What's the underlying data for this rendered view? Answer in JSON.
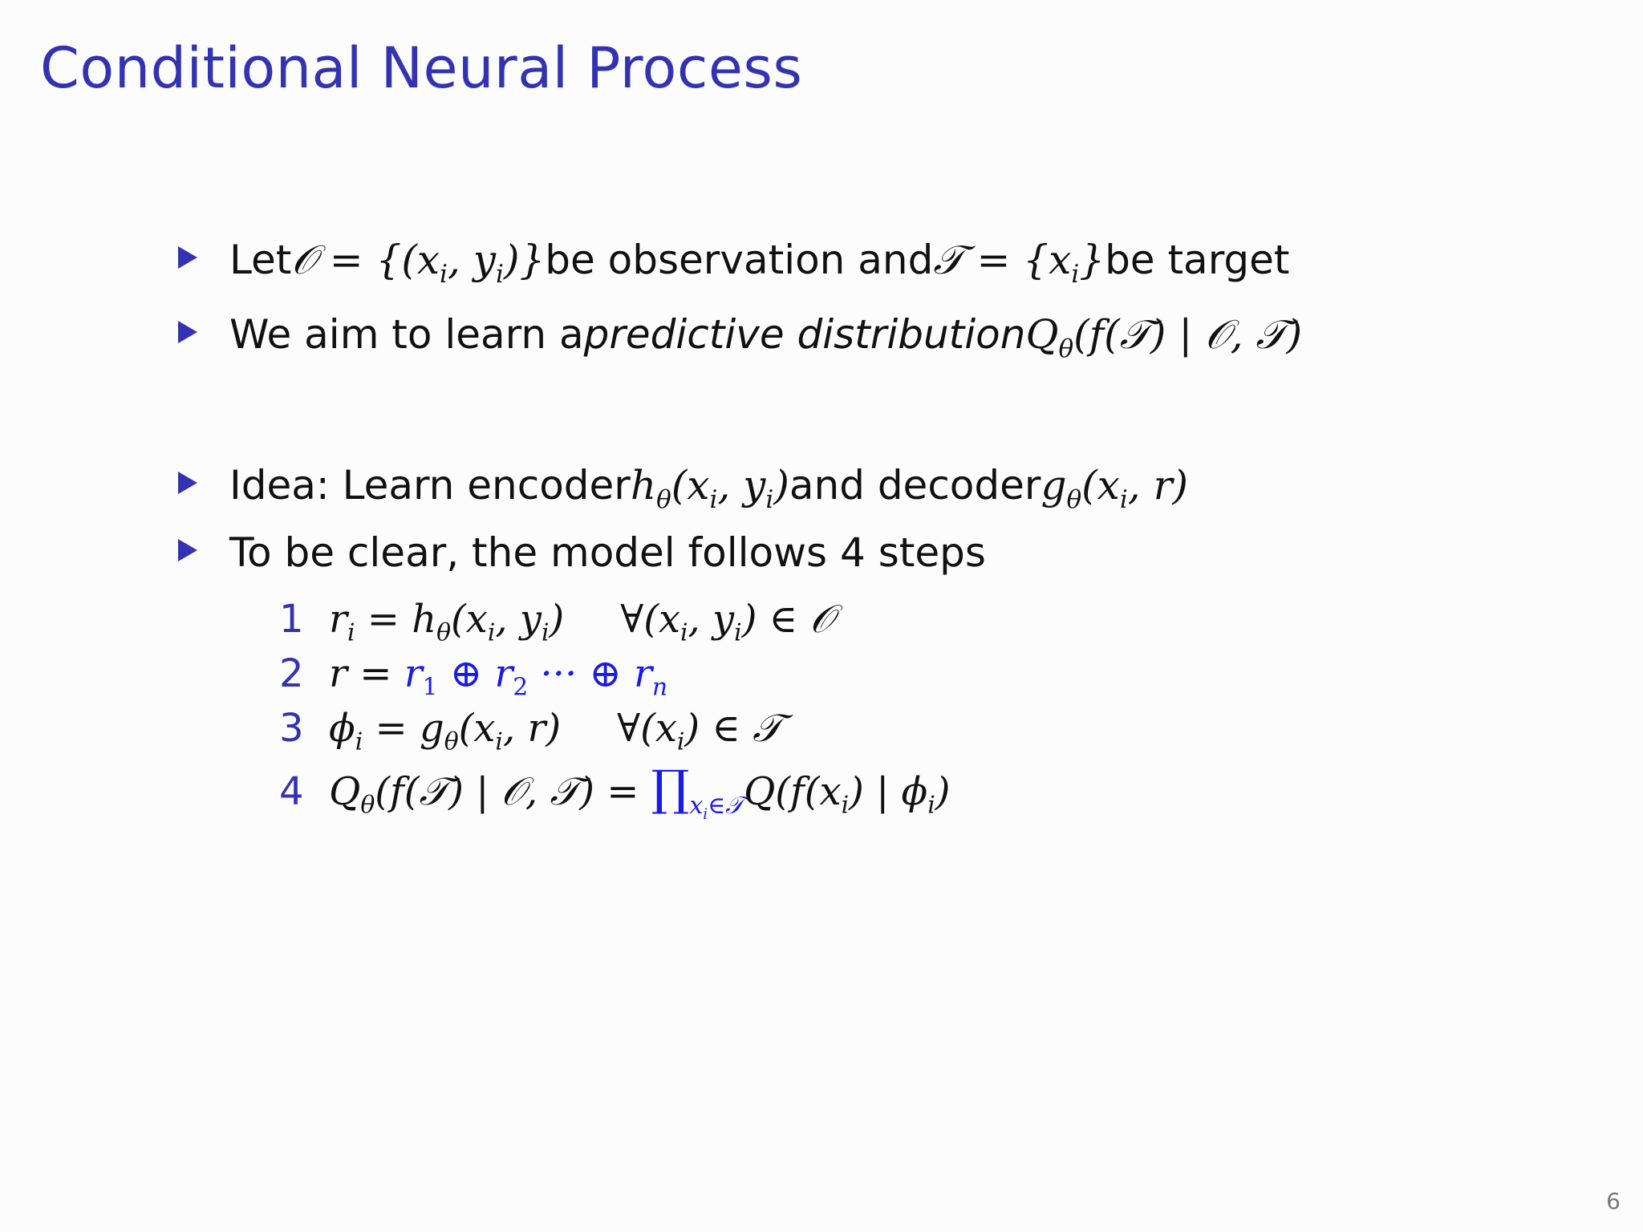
{
  "slide": {
    "title": "Conditional Neural Process",
    "page_number": "6"
  },
  "bullets": {
    "b1": {
      "p1": "Let ",
      "m1": "𝒪 = {(x",
      "s1": "i",
      "m2": ", y",
      "s2": "i",
      "m3": ")}",
      "p2": " be observation and ",
      "m4": "𝒯 = {x",
      "s3": "i",
      "m5": "}",
      "p3": " be target"
    },
    "b2": {
      "p1": "We aim to learn a ",
      "em": "predictive distribution",
      "m1": " Q",
      "s1": "θ",
      "m2": "(f(𝒯) | 𝒪, 𝒯)"
    },
    "b3": {
      "p1": "Idea: Learn encoder ",
      "m1": "h",
      "s1": "θ",
      "m2": "(x",
      "s2": "i",
      "m3": ", y",
      "s3": "i",
      "m4": ")",
      "p2": " and decoder ",
      "m5": "g",
      "s4": "θ",
      "m6": "(x",
      "s5": "i",
      "m7": ", r)"
    },
    "b4": {
      "text": "To be clear, the model follows 4 steps"
    }
  },
  "steps": {
    "s1": {
      "num": "1",
      "m1": "r",
      "s1": "i",
      "m2": " = h",
      "s2": "θ",
      "m3": "(x",
      "s3": "i",
      "m4": ", y",
      "s4": "i",
      "m5": ")",
      "m6": "∀(x",
      "s5": "i",
      "m7": ", y",
      "s6": "i",
      "m8": ") ∈ 𝒪"
    },
    "s2": {
      "num": "2",
      "m1": "r = ",
      "b1": "r",
      "bs1": "1",
      "b2": " ⊕ r",
      "bs2": "2",
      "b3": " ··· ⊕ r",
      "bs3": "n"
    },
    "s3": {
      "num": "3",
      "m1": "ϕ",
      "s1": "i",
      "m2": " = g",
      "s2": "θ",
      "m3": "(x",
      "s3": "i",
      "m4": ", r)",
      "m5": "∀(x",
      "s4": "i",
      "m6": ") ∈ 𝒯"
    },
    "s4": {
      "num": "4",
      "m1": "Q",
      "s1": "θ",
      "m2": "(f(𝒯) | 𝒪, 𝒯) = ",
      "prod": "∏",
      "ps1": "x",
      "ps2": "i",
      "ps3": "∈𝒯",
      "m3": "Q(f(x",
      "s2": "i",
      "m4": ") | ϕ",
      "s3": "i",
      "m5": ")"
    }
  }
}
